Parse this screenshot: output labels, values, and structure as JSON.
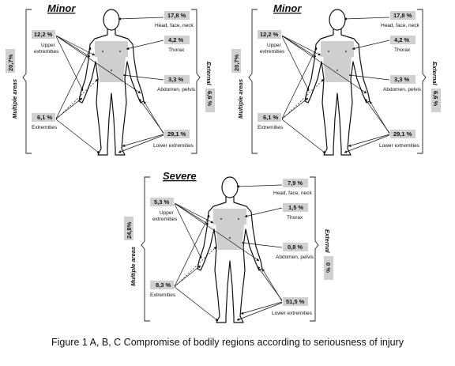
{
  "caption": "Figure 1 A, B, C Compromise of bodily regions according to seriousness of injury",
  "panels": [
    {
      "title": "Minor",
      "multiple_areas": {
        "label": "Multiple areas",
        "value": "20,7%"
      },
      "external": {
        "label": "External",
        "value": "6,6 %"
      },
      "upper_extremities": {
        "value": "12,2 %",
        "label": "Upper extremities"
      },
      "extremities": {
        "value": "6,1 %",
        "label": "Extremities"
      },
      "head_face_neck": {
        "value": "17,8 %",
        "label": "Head, face, neck"
      },
      "thorax": {
        "value": "4,2 %",
        "label": "Thorax"
      },
      "abdomen_pelvis": {
        "value": "3,3 %",
        "label": "Abdomen, pelvis"
      },
      "lower_extremities": {
        "value": "29,1 %",
        "label": "Lower extremities"
      }
    },
    {
      "title": "Minor",
      "multiple_areas": {
        "label": "Multiple areas",
        "value": "20,7%"
      },
      "external": {
        "label": "External",
        "value": "6,6 %"
      },
      "upper_extremities": {
        "value": "12,2 %",
        "label": "Upper extremities"
      },
      "extremities": {
        "value": "6,1 %",
        "label": "Extremities"
      },
      "head_face_neck": {
        "value": "17,8 %",
        "label": "Head, face, neck"
      },
      "thorax": {
        "value": "4,2 %",
        "label": "Thorax"
      },
      "abdomen_pelvis": {
        "value": "3,3 %",
        "label": "Abdomen, pelvis"
      },
      "lower_extremities": {
        "value": "29,1 %",
        "label": "Lower extremities"
      }
    },
    {
      "title": "Severe",
      "multiple_areas": {
        "label": "Multiple areas",
        "value": "24,8%"
      },
      "external": {
        "label": "External",
        "value": "0 %"
      },
      "upper_extremities": {
        "value": "5,3 %",
        "label": "Upper extremities"
      },
      "extremities": {
        "value": "8,3 %",
        "label": "Extremities"
      },
      "head_face_neck": {
        "value": "7,9 %",
        "label": "Head, face, neck"
      },
      "thorax": {
        "value": "1,5 %",
        "label": "Thorax"
      },
      "abdomen_pelvis": {
        "value": "0,8 %",
        "label": "Abdomen, pelvis"
      },
      "lower_extremities": {
        "value": "51,5 %",
        "label": "Lower extremities"
      }
    }
  ]
}
